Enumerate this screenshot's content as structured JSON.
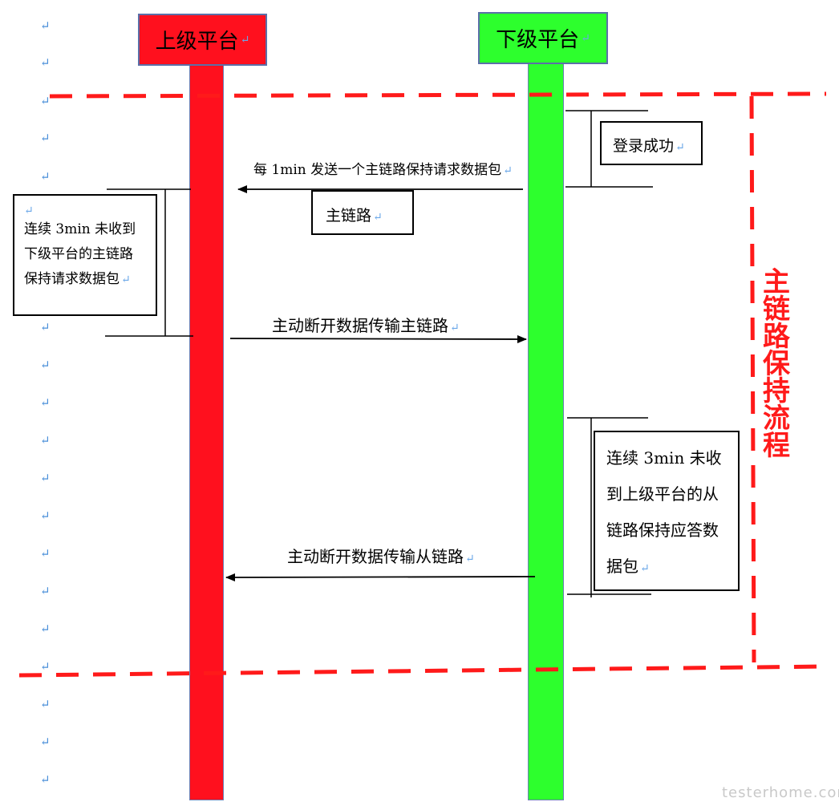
{
  "actors": {
    "upper": {
      "label": "上级平台",
      "color": "#ff101e"
    },
    "lower": {
      "label": "下级平台",
      "color": "#2dff2d"
    }
  },
  "frame": {
    "label_chars": [
      "主",
      "链",
      "路",
      "保",
      "持",
      "流",
      "程"
    ],
    "color": "#ff1a1a"
  },
  "notes": {
    "login": "登录成功",
    "main_link": "主链路",
    "upper_timeout": [
      "连续  3min  未收到",
      "下级平台的主链路",
      "保持请求数据包"
    ],
    "lower_timeout": [
      "连续  3min  未收",
      "到上级平台的从",
      "链路保持应答数",
      "据包"
    ]
  },
  "messages": {
    "heartbeat": "每 1min 发送一个主链路保持请求数据包",
    "disconnect_main": "主动断开数据传输主链路",
    "disconnect_sub": "主动断开数据传输从链路"
  },
  "paragraph_mark": "↵",
  "watermark": "testerhome.com"
}
